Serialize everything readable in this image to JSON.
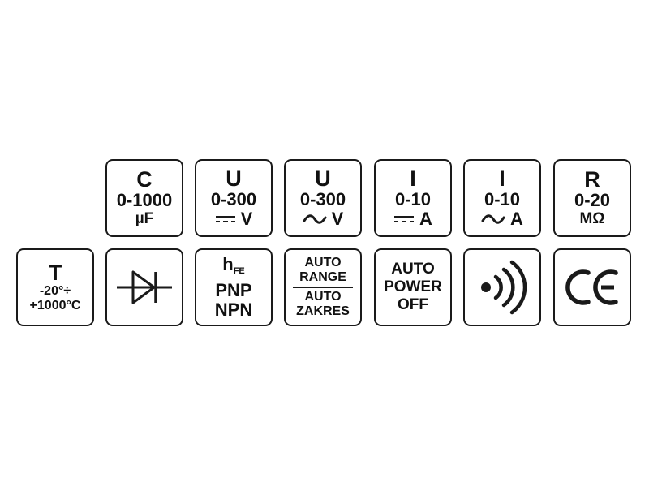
{
  "row1": {
    "capacitance": {
      "symbol": "C",
      "range": "0-1000",
      "unit": "µF"
    },
    "dc_voltage": {
      "symbol": "U",
      "range": "0-300",
      "unit": "V"
    },
    "ac_voltage": {
      "symbol": "U",
      "range": "0-300",
      "unit": "V"
    },
    "dc_current": {
      "symbol": "I",
      "range": "0-10",
      "unit": "A"
    },
    "ac_current": {
      "symbol": "I",
      "range": "0-10",
      "unit": "A"
    },
    "resistance": {
      "symbol": "R",
      "range": "0-20",
      "unit": "MΩ"
    }
  },
  "row2": {
    "temperature": {
      "symbol": "T",
      "range_low": "-20°÷",
      "range_high": "+1000°C"
    },
    "diode": {
      "icon": "diode-icon"
    },
    "transistor": {
      "h": "h",
      "sub": "FE",
      "line2": "PNP",
      "line3": "NPN"
    },
    "auto_range": {
      "top1": "AUTO",
      "top2": "RANGE",
      "bottom1": "AUTO",
      "bottom2": "ZAKRES"
    },
    "auto_power_off": {
      "line1": "AUTO",
      "line2": "POWER",
      "line3": "OFF"
    },
    "continuity": {
      "icon": "sound-waves-icon"
    },
    "ce_mark": {
      "icon": "ce-mark-icon"
    }
  },
  "colors": {
    "stroke": "#1a1a1a",
    "background": "#ffffff"
  }
}
